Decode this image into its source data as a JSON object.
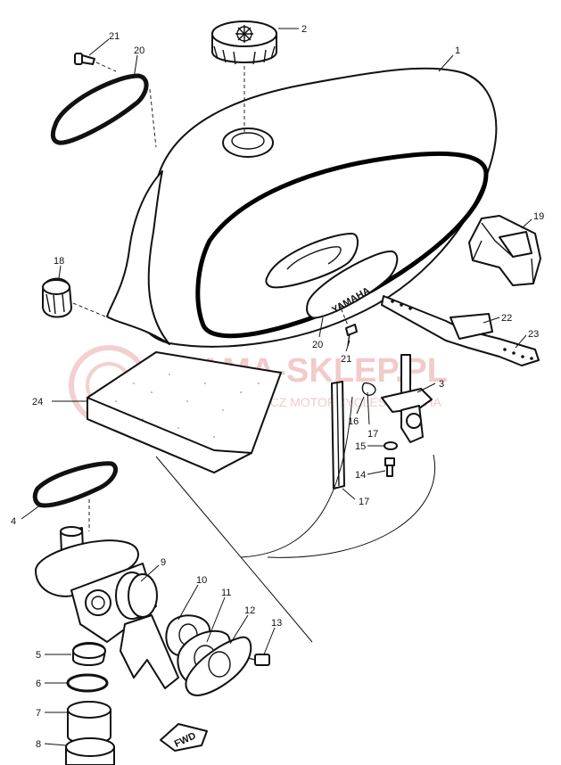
{
  "diagram": {
    "callouts": [
      {
        "id": "c1",
        "text": "1"
      },
      {
        "id": "c2",
        "text": "2"
      },
      {
        "id": "c3",
        "text": "3"
      },
      {
        "id": "c4",
        "text": "4"
      },
      {
        "id": "c5",
        "text": "5"
      },
      {
        "id": "c6",
        "text": "6"
      },
      {
        "id": "c7",
        "text": "7"
      },
      {
        "id": "c8",
        "text": "8"
      },
      {
        "id": "c9",
        "text": "9"
      },
      {
        "id": "c10",
        "text": "10"
      },
      {
        "id": "c11",
        "text": "11"
      },
      {
        "id": "c12",
        "text": "12"
      },
      {
        "id": "c13",
        "text": "13"
      },
      {
        "id": "c14",
        "text": "14"
      },
      {
        "id": "c15",
        "text": "15"
      },
      {
        "id": "c16",
        "text": "16"
      },
      {
        "id": "c17a",
        "text": "17"
      },
      {
        "id": "c17b",
        "text": "17"
      },
      {
        "id": "c18",
        "text": "18"
      },
      {
        "id": "c19",
        "text": "19"
      },
      {
        "id": "c20a",
        "text": "20"
      },
      {
        "id": "c20b",
        "text": "20"
      },
      {
        "id": "c21a",
        "text": "21"
      },
      {
        "id": "c21b",
        "text": "21"
      },
      {
        "id": "c22",
        "text": "22"
      },
      {
        "id": "c23",
        "text": "23"
      },
      {
        "id": "c24",
        "text": "24"
      }
    ],
    "emblem_text": "YAMAHA",
    "fwd_text": "FWD",
    "watermark": {
      "main": "YAMA-SKLEP.PL",
      "sub": "WOJCIECHOWICZ  MOTORCYCLES  YAMAHA"
    }
  }
}
